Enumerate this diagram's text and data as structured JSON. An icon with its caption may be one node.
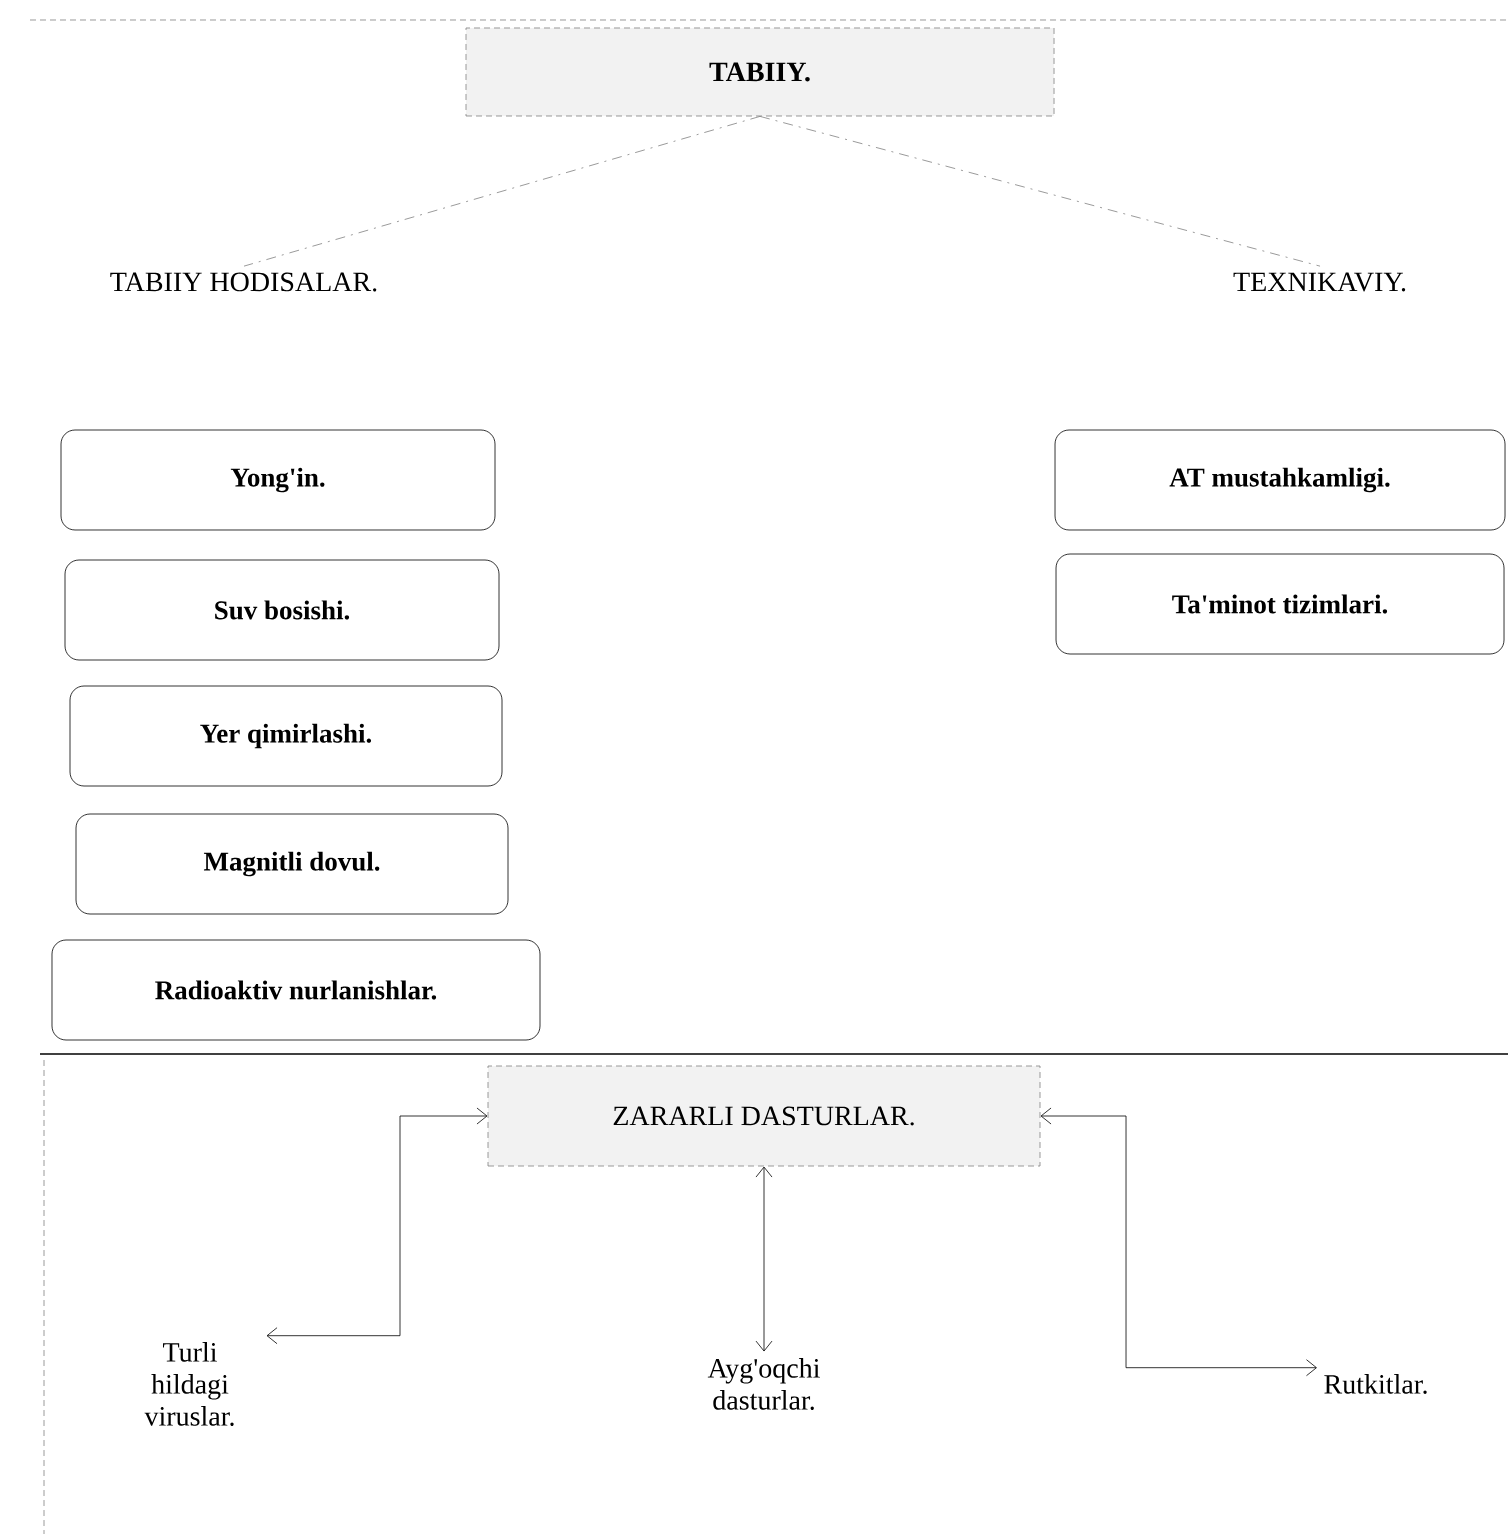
{
  "diagram": {
    "nodes": [
      {
        "text": [
          "TABIIY."
        ]
      },
      {
        "text": [
          "TABIIY HODISALAR."
        ]
      },
      {
        "text": [
          "TEXNIKAVIY."
        ]
      },
      {
        "text": [
          "Yong'in."
        ]
      },
      {
        "text": [
          "Suv bosishi."
        ]
      },
      {
        "text": [
          "Yer qimirlashi."
        ]
      },
      {
        "text": [
          "Magnitli dovul."
        ]
      },
      {
        "text": [
          "Radioaktiv nurlanishlar."
        ]
      },
      {
        "text": [
          "AT mustahkamligi."
        ]
      },
      {
        "text": [
          "Ta'minot tizimlari."
        ]
      },
      {
        "text": [
          "ZARARLI DASTURLAR."
        ]
      },
      {
        "text": [
          "Turli hildagi viruslar."
        ]
      },
      {
        "text": [
          "Ayg'oqchi dasturlar."
        ]
      },
      {
        "text": [
          "Rutkitlar."
        ]
      }
    ],
    "edges": [
      {
        "from": 0,
        "to": 1,
        "arrow": "none",
        "style": "dashed",
        "color": "#808080"
      },
      {
        "from": 0,
        "to": 2,
        "arrow": "none",
        "style": "dashed",
        "color": "#808080"
      },
      {
        "from": 10,
        "to": 11,
        "arrow": "both"
      },
      {
        "from": 10,
        "to": 12,
        "arrow": "both"
      },
      {
        "from": 10,
        "to": 13,
        "arrow": "both"
      }
    ]
  }
}
